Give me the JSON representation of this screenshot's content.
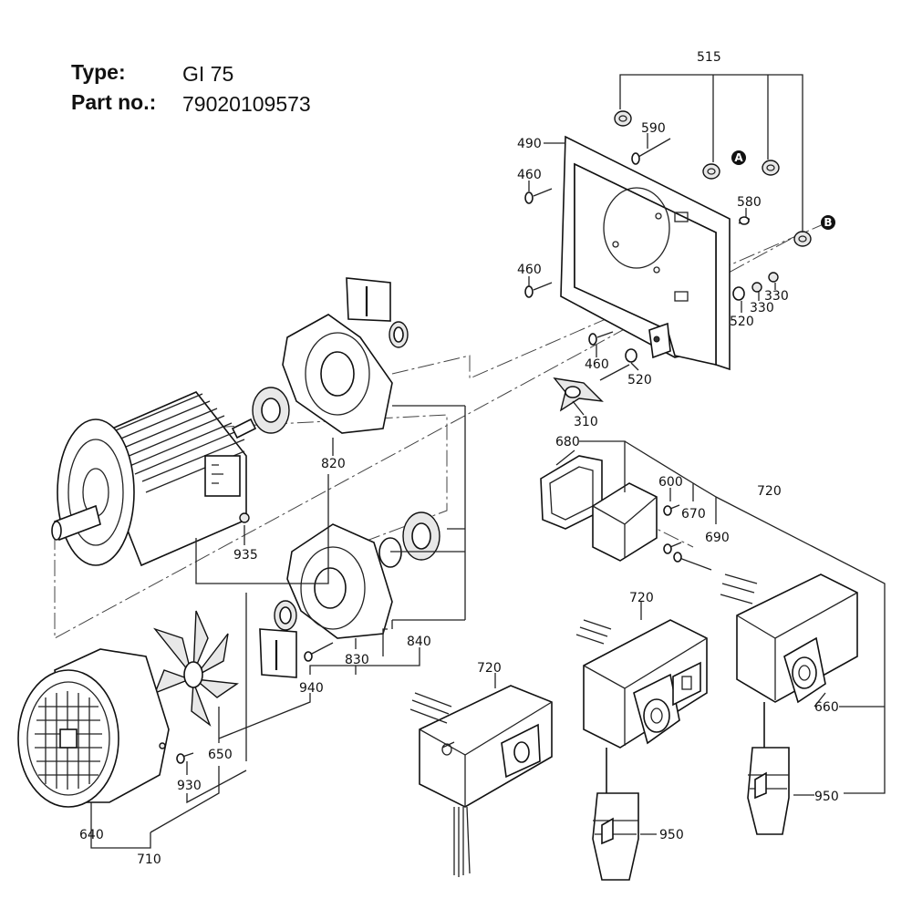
{
  "header": {
    "type_label": "Type:",
    "type_value": "GI 75",
    "part_label": "Part no.:",
    "part_value": "79020109573"
  },
  "markers": {
    "a": "A",
    "b": "B"
  },
  "parts": {
    "p515": "515",
    "p490": "490",
    "p590": "590",
    "p460a": "460",
    "p460b": "460",
    "p580": "580",
    "p330a": "330",
    "p330b": "330",
    "p520a": "520",
    "p460c": "460",
    "p520b": "520",
    "p310": "310",
    "p820": "820",
    "p935": "935",
    "p830": "830",
    "p840": "840",
    "p940": "940",
    "p650": "650",
    "p930": "930",
    "p640": "640",
    "p710": "710",
    "p680": "680",
    "p600": "600",
    "p670": "670",
    "p690": "690",
    "p720a": "720",
    "p720b": "720",
    "p720c": "720",
    "p660": "660",
    "p950a": "950",
    "p950b": "950"
  }
}
